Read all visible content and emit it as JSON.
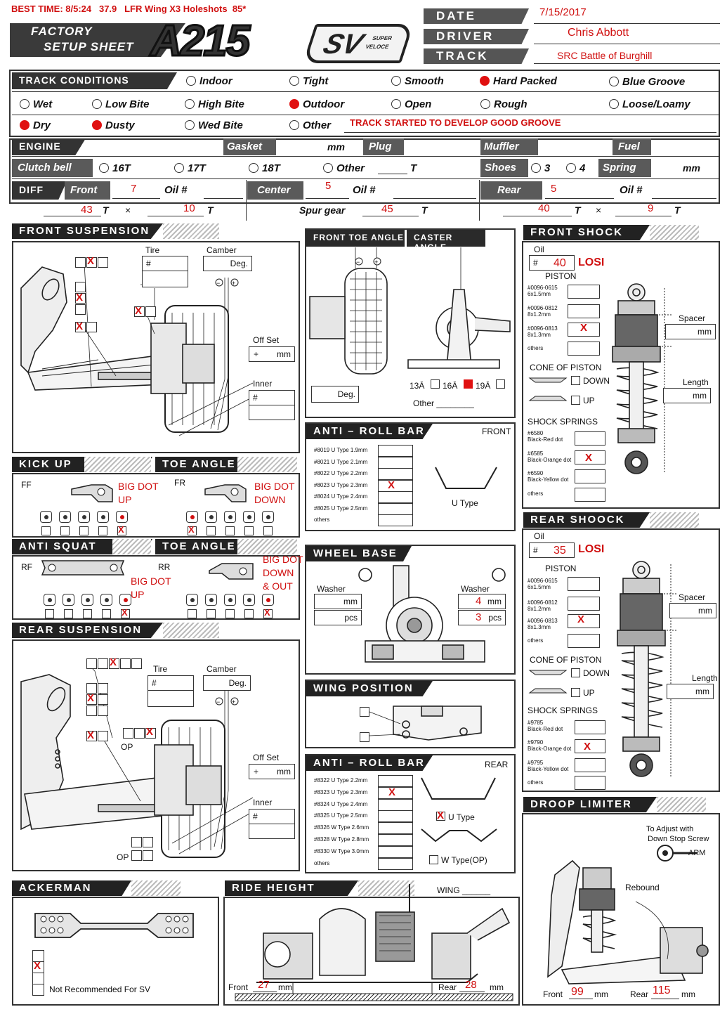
{
  "best_time": "BEST TIME: 8/5:24   37.9   LFR Wing X3 Holeshots  85*",
  "header": {
    "factory": "FACTORY",
    "setup_sheet": "SETUP SHEET",
    "model": "A215",
    "sv_super": "SUPER",
    "sv_veloce": "VELOCE",
    "date_label": "DATE",
    "date_value": "7/15/2017",
    "driver_label": "DRIVER",
    "driver_value": "Chris  Abbott",
    "track_label": "TRACK",
    "track_value": "SRC  Battle of Burghill"
  },
  "track_conditions": {
    "title": "TRACK CONDITIONS",
    "row1": [
      "Indoor",
      "Tight",
      "Smooth",
      "Hard Packed",
      "Blue Groove"
    ],
    "row2": [
      "Wet",
      "Low Bite",
      "High Bite",
      "Outdoor",
      "Open",
      "Rough",
      "Loose/Loamy"
    ],
    "row3": [
      "Dry",
      "Dusty",
      "Wed Bite",
      "Other"
    ],
    "other_note": "TRACK STARTED TO DEVELOP GOOD GROOVE"
  },
  "engine": {
    "title": "ENGINE",
    "gasket": "Gasket",
    "mm": "mm",
    "plug": "Plug",
    "muffler": "Muffler",
    "fuel": "Fuel",
    "clutch_bell": "Clutch bell",
    "c16": "16T",
    "c17": "17T",
    "c18": "18T",
    "other": "Other",
    "t": "T",
    "shoes": "Shoes",
    "s3": "3",
    "s4": "4",
    "spring": "Spring",
    "spring_mm": "mm"
  },
  "diff": {
    "title": "DIFF",
    "front": "Front",
    "front_val": "7",
    "oil": "Oil  #",
    "center": "Center",
    "center_val": "5",
    "rear": "Rear",
    "rear_val": "5",
    "g1a": "43",
    "g1b": "10",
    "t": "T",
    "x": "×",
    "spur": "Spur gear",
    "spur_val": "45",
    "g3a": "40",
    "g3b": "9"
  },
  "front_susp": {
    "title": "FRONT  SUSPENSION",
    "tire": "Tire",
    "camber": "Camber",
    "hash": "#",
    "deg": "Deg.",
    "offset": "Off Set",
    "plus": "+",
    "mm": "mm",
    "inner": "Inner",
    "x": "X"
  },
  "toe_caster": {
    "toe": "FRONT  TOE  ANGLE",
    "caster": "CASTER  ANGLE",
    "deg": "Deg.",
    "c13": "13Ā",
    "c16": "16Ā",
    "c19": "19Ā",
    "other": "Other ________"
  },
  "front_shock": {
    "title": "FRONT  SHOCK",
    "oil": "Oil",
    "hash": "#",
    "oil_val": "40",
    "brand": "LOSI",
    "piston": "PISTON",
    "p1a": "#0096-0615",
    "p1b": "6x1.5mm",
    "p2a": "#0096-0812",
    "p2b": "8x1.2mm",
    "p3a": "#0096-0813",
    "p3b": "8x1.3mm",
    "others": "others",
    "cone": "CONE OF PISTON",
    "down": "DOWN",
    "up": "UP",
    "springs": "SHOCK SPRINGS",
    "s1a": "#6580",
    "s1b": "Black-Red dot",
    "s2a": "#6585",
    "s2b": "Black-Orange dot",
    "s3a": "#6590",
    "s3b": "Black-Yellow dot",
    "spacer": "Spacer",
    "mm": "mm",
    "length": "Length",
    "x": "X"
  },
  "arb_front": {
    "title": "ANTI – ROLL  BAR",
    "tag": "FRONT",
    "items": [
      "#8019 U Type 1.9mm",
      "#8021 U Type 2.1mm",
      "#8022 U Type 2.2mm",
      "#8023 U Type 2.3mm",
      "#8024 U Type 2.4mm",
      "#8025 U Type 2.5mm",
      "others"
    ],
    "utype": "U Type",
    "x": "X"
  },
  "kick_up": {
    "title": "KICK  UP",
    "ff": "FF",
    "note1": "BIG DOT",
    "note2": "UP",
    "x": "X"
  },
  "toe1": {
    "title": "TOE  ANGLE",
    "fr": "FR",
    "note1": "BIG DOT",
    "note2": "DOWN",
    "x": "X"
  },
  "anti_squat": {
    "title": "ANTI  SQUAT",
    "rf": "RF",
    "note1": "BIG DOT",
    "note2": "UP",
    "x": "X"
  },
  "toe2": {
    "title": "TOE  ANGLE",
    "rr": "RR",
    "note1": "BIG DOT",
    "note2": "DOWN",
    "note3": "& OUT",
    "x": "X"
  },
  "wheel_base": {
    "title": "WHEEL  BASE",
    "washer": "Washer",
    "mm": "mm",
    "pcs": "pcs",
    "r_mm": "4",
    "r_pcs": "3"
  },
  "rear_susp": {
    "title": "REAR  SUSPENSION",
    "tire": "Tire",
    "camber": "Camber",
    "hash": "#",
    "deg": "Deg.",
    "op": "OP",
    "offset": "Off Set",
    "plus": "+",
    "mm": "mm",
    "inner": "Inner",
    "x": "X"
  },
  "wing_pos": {
    "title": "WING  POSITION"
  },
  "arb_rear": {
    "title": "ANTI – ROLL  BAR",
    "tag": "REAR",
    "items": [
      "#8322 U Type 2.2mm",
      "#8323 U Type 2.3mm",
      "#8324 U Type 2.4mm",
      "#8325 U Type 2.5mm",
      "#8326 W Type 2.6mm",
      "#8328 W Type 2.8mm",
      "#8330 W Type 3.0mm",
      "others"
    ],
    "utype": "U Type",
    "wtype": "W Type(OP)",
    "x": "X"
  },
  "rear_shock": {
    "title": "REAR  SHOOCK",
    "oil": "Oil",
    "hash": "#",
    "oil_val": "35",
    "brand": "LOSI",
    "piston": "PISTON",
    "p1a": "#0096-0615",
    "p1b": "6x1.5mm",
    "p2a": "#0096-0812",
    "p2b": "8x1.2mm",
    "p3a": "#0096-0813",
    "p3b": "8x1.3mm",
    "others": "others",
    "cone": "CONE OF PISTON",
    "down": "DOWN",
    "up": "UP",
    "springs": "SHOCK SPRINGS",
    "s1a": "#9785",
    "s1b": "Black-Red dot",
    "s2a": "#9790",
    "s2b": "Black-Orange dot",
    "s3a": "#9795",
    "s3b": "Black-Yellow dot",
    "spacer": "Spacer",
    "mm": "mm",
    "length": "Length",
    "x": "X"
  },
  "droop": {
    "title": "DROOP  LIMITER",
    "adj1": "To Adjust with",
    "adj2": "Down Stop Screw",
    "arm": "ARM",
    "rebound": "Rebound",
    "front": "Front",
    "front_val": "99",
    "mm": "mm",
    "rear": "Rear",
    "rear_val": "115"
  },
  "ackerman": {
    "title": "ACKERMAN",
    "x": "X",
    "note": "Not Recommended For SV"
  },
  "ride_height": {
    "title": "RIDE  HEIGHT",
    "wing": "WING ______",
    "front": "Front",
    "front_val": "27",
    "mm": "mm",
    "rear": "Rear",
    "rear_val": "28"
  }
}
